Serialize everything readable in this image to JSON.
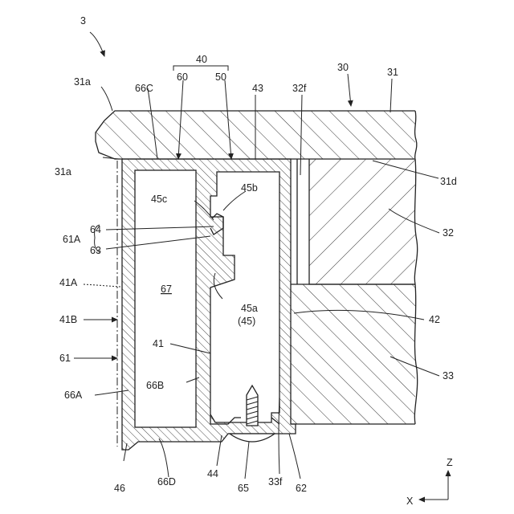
{
  "figure": {
    "figure_ref": "3",
    "labels": {
      "l40": "40",
      "l60": "60",
      "l50": "50",
      "l30": "30",
      "l31": "31",
      "l31a_top": "31a",
      "l31a_bottom": "31a",
      "l66C": "66C",
      "l43": "43",
      "l32f": "32f",
      "l31d": "31d",
      "l45b": "45b",
      "l45c": "45c",
      "l64": "64",
      "l61A": "61A",
      "l63": "63",
      "l32": "32",
      "l41A": "41A",
      "l67": "67",
      "l45a": "45a",
      "l45p": "(45)",
      "l41B": "41B",
      "l42": "42",
      "l41": "41",
      "l61": "61",
      "l33": "33",
      "l66B": "66B",
      "l66A": "66A",
      "l46": "46",
      "l66D": "66D",
      "l44": "44",
      "l65": "65",
      "l33f": "33f",
      "l62": "62"
    },
    "axes": {
      "z": "Z",
      "x": "X"
    }
  }
}
